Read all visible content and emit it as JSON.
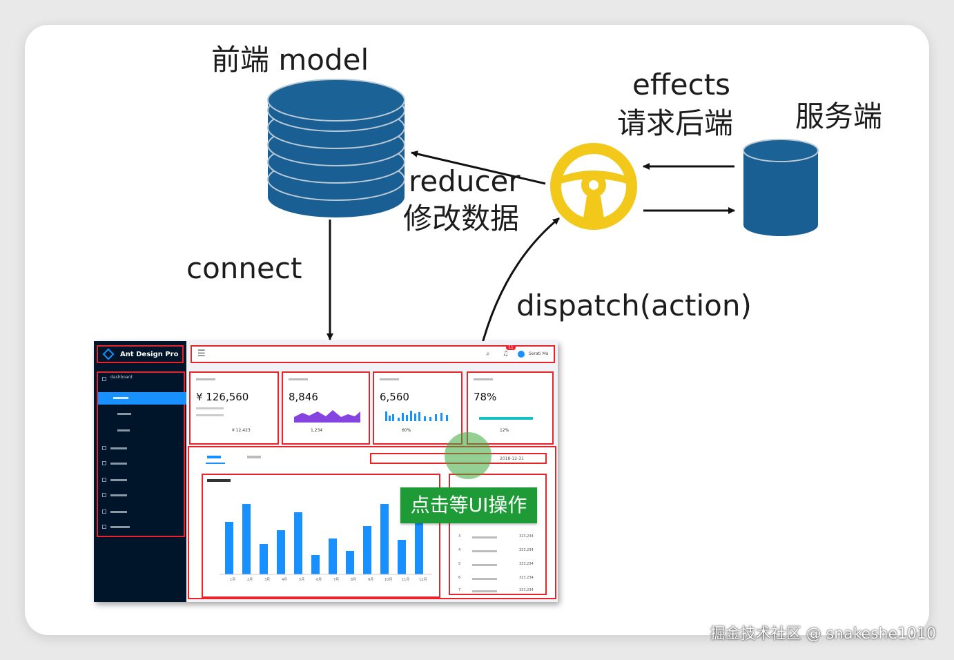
{
  "diagram": {
    "model_label": "前端 model",
    "effects_label": "effects",
    "effects_sub": "请求后端",
    "server_label": "服务端",
    "reducer_label": "reducer",
    "reducer_sub": "修改数据",
    "connect_label": "connect",
    "dispatch_label": "dispatch(action)",
    "ui_note": "点击等UI操作"
  },
  "dashboard": {
    "logo_text": "Ant Design Pro",
    "menu_top": "dashboard",
    "user_name": "Serati Ma",
    "notification_count": "11",
    "stats": [
      {
        "value": "¥ 126,560",
        "footer": "¥ 12,423"
      },
      {
        "value": "8,846",
        "footer": "1,234"
      },
      {
        "value": "6,560",
        "footer": "60%"
      },
      {
        "value": "78%",
        "footer": "12%"
      }
    ],
    "date_end": "2018-12-31",
    "month_labels": [
      "1月",
      "2月",
      "3月",
      "4月",
      "5月",
      "6月",
      "7月",
      "8月",
      "9月",
      "10月",
      "11月",
      "12月"
    ],
    "rank_values": [
      "323,234",
      "323,234",
      "323,234",
      "323,234",
      "323,234"
    ],
    "rank_numbers": [
      "3",
      "4",
      "5",
      "6",
      "7"
    ]
  },
  "colors": {
    "db_blue": "#1a5f93",
    "wheel_yellow": "#f2c81b",
    "highlight_red": "#e8232a",
    "ant_blue": "#1890ff",
    "note_green": "#1e9b37"
  },
  "watermark": "掘金技术社区 @ snakeshe1010"
}
